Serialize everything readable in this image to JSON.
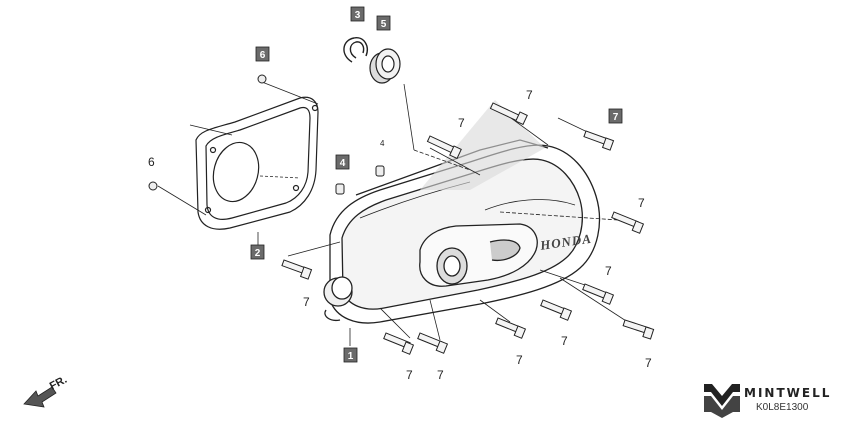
{
  "callouts": {
    "p1": "1",
    "p2": "2",
    "p3": "3",
    "p4": "4",
    "p5": "5",
    "p6_box": "6",
    "p6_plain": "6",
    "p7_box": "7",
    "bolt_labels": [
      "7",
      "7",
      "7",
      "7",
      "7",
      "7",
      "7",
      "7",
      "7",
      "7"
    ]
  },
  "cover_brand": "HONDA",
  "direction_label": "FR.",
  "logo_text": "MINTWELL",
  "diagram_code": "K0L8E1300",
  "colors": {
    "box_fill": "#6b6b6b",
    "line": "#222222",
    "shade": "#cfcfcf"
  }
}
